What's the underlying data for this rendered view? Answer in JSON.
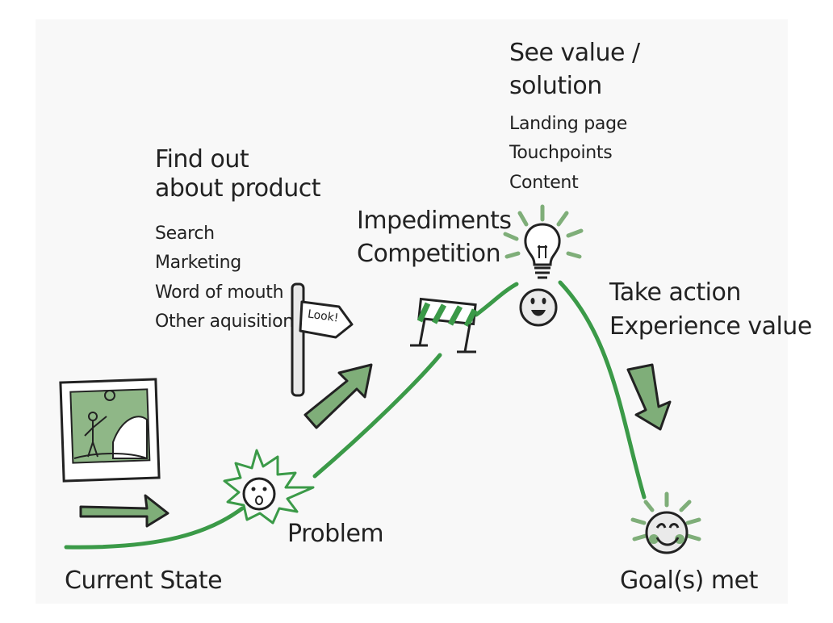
{
  "stages": {
    "current_state": {
      "label": "Current State"
    },
    "problem": {
      "label": "Problem"
    },
    "find_out": {
      "title_line1": "Find out",
      "title_line2": "about product",
      "items": [
        "Search",
        "Marketing",
        "Word of mouth",
        "Other aquisition"
      ]
    },
    "impediments": {
      "line1": "Impediments",
      "line2": "Competition"
    },
    "see_value": {
      "title_line1": "See value /",
      "title_line2": "solution",
      "items": [
        "Landing page",
        "Touchpoints",
        "Content"
      ]
    },
    "take_action": {
      "line1": "Take action",
      "line2": "Experience value"
    },
    "goal": {
      "label": "Goal(s) met"
    }
  },
  "signpost": {
    "text": "Look!"
  },
  "colors": {
    "path": "#3b9a48",
    "arrow_fill": "#7fae79",
    "photo_fill": "#8fb787",
    "ink": "#222222"
  },
  "icons": [
    "picture-icon",
    "shock-face-icon",
    "signpost-icon",
    "barrier-icon",
    "lightbulb-icon",
    "happy-face-icon",
    "smiling-face-icon"
  ]
}
